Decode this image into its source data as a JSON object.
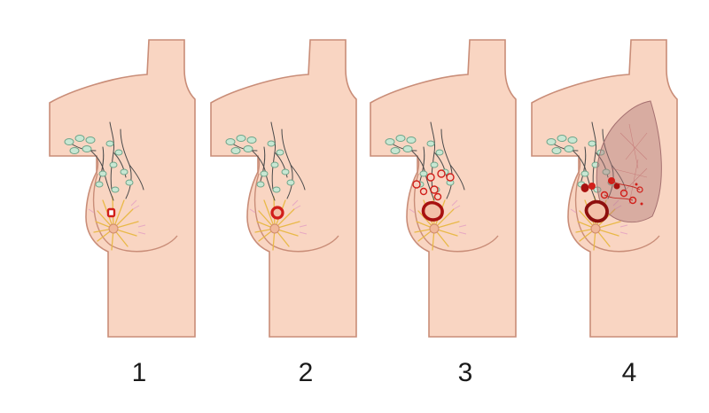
{
  "stages": [
    {
      "label": "1"
    },
    {
      "label": "2"
    },
    {
      "label": "3"
    },
    {
      "label": "4"
    }
  ],
  "colors": {
    "skin": "#f9d5c2",
    "outline": "#c98d78",
    "lymph_node": "#c8e7d3",
    "lymph_outline": "#6fa58a",
    "duct": "#e9b948",
    "tumor": "#d11f1a",
    "spread_area": "#b07a7a"
  }
}
